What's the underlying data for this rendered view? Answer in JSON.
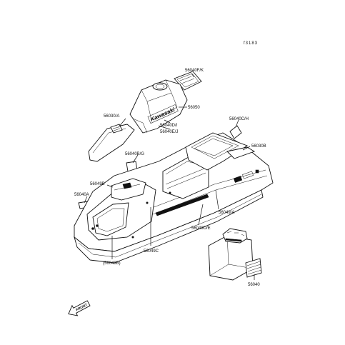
{
  "figure_id": "f3183",
  "labels": {
    "l_56040FK": "56040F/K",
    "l_56050": "56050",
    "l_56040DI": "56040D/I",
    "l_56040EJ": "56040E/J",
    "l_56030A": "56030/A",
    "l_56040CH": "56040C/H",
    "l_56030B": "56030B",
    "l_56040BG": "56040B/G",
    "l_56049B": "56049B",
    "l_56040A": "56040A",
    "l_56049A": "56049/A",
    "l_56049DE": "56049D/E",
    "l_56049C": "56049C",
    "l_56049B_paren": "(56049B)",
    "l_56040": "56040"
  },
  "decal_texts": {
    "tank_brand": "Kawasaki",
    "front_arrow": "FRONT"
  }
}
